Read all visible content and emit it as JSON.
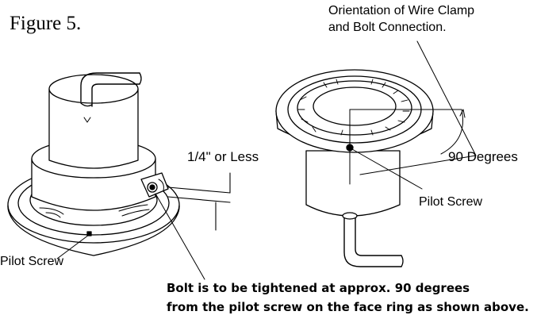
{
  "figure_title": "Figure 5.",
  "labels": {
    "orientation_line1": "Orientation of Wire Clamp",
    "orientation_line2": "and Bolt Connection.",
    "gap": "1/4\" or Less",
    "angle": "90 Degrees",
    "pilot_screw_right": "Pilot Screw",
    "pilot_screw_left": "Pilot Screw"
  },
  "note": {
    "line1": "Bolt is to be tightened at approx. 90  degrees",
    "line2": "from the pilot screw on the face ring as shown above."
  }
}
